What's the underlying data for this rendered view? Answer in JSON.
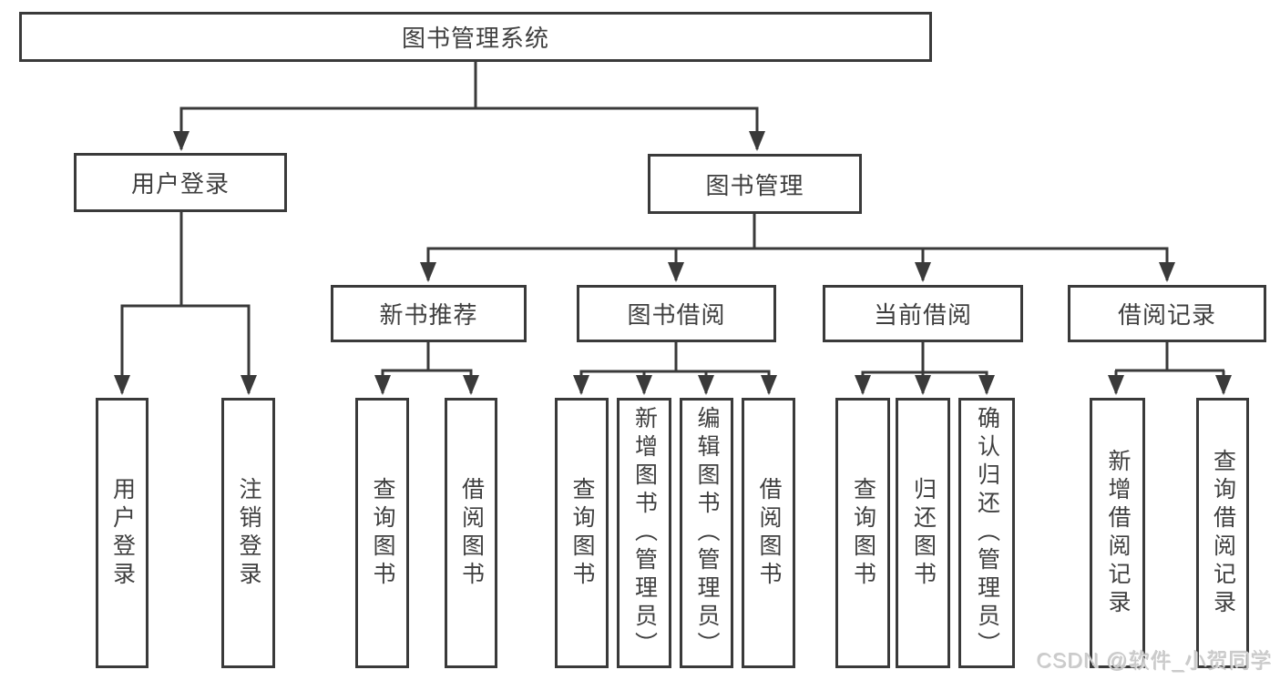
{
  "diagram": {
    "type": "tree",
    "colors": {
      "background": "#ffffff",
      "line": "#3a3a3a",
      "box_border": "#3a3a3a",
      "text": "#3f3f3f",
      "watermark": "#cbcbcb"
    },
    "tree": {
      "label": "图书管理系统",
      "children": [
        {
          "label": "用户登录",
          "children": [
            {
              "label": "用户登录"
            },
            {
              "label": "注销登录"
            }
          ]
        },
        {
          "label": "图书管理",
          "children": [
            {
              "label": "新书推荐",
              "children": [
                {
                  "label": "查询图书"
                },
                {
                  "label": "借阅图书"
                }
              ]
            },
            {
              "label": "图书借阅",
              "children": [
                {
                  "label": "查询图书"
                },
                {
                  "label": "新增图书（管理员）"
                },
                {
                  "label": "编辑图书（管理员）"
                },
                {
                  "label": "借阅图书"
                }
              ]
            },
            {
              "label": "当前借阅",
              "children": [
                {
                  "label": "查询图书"
                },
                {
                  "label": "归还图书"
                },
                {
                  "label": "确认归还（管理员）"
                }
              ]
            },
            {
              "label": "借阅记录",
              "children": [
                {
                  "label": "新增借阅记录"
                },
                {
                  "label": "查询借阅记录"
                }
              ]
            }
          ]
        }
      ]
    }
  },
  "watermark": {
    "text": "CSDN @软件_小贺同学"
  }
}
